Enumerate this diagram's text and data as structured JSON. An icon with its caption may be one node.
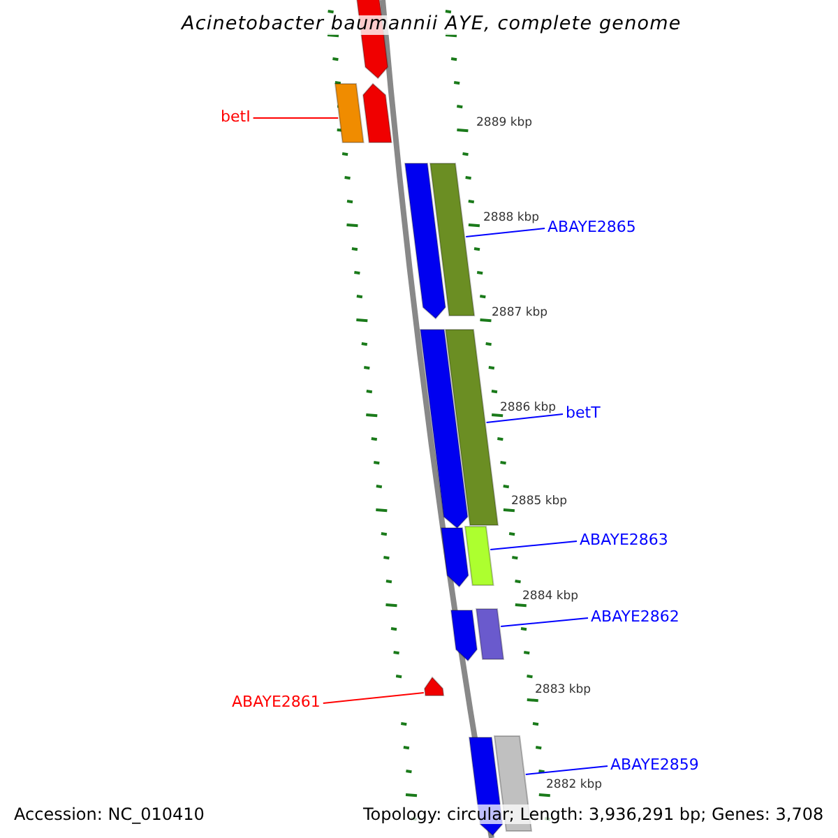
{
  "diagram": {
    "title": "Acinetobacter baumannii AYE, complete genome",
    "nodes": [
      {
        "text": [
          "betI"
        ]
      },
      {
        "text": [],
        "shape": "bar"
      },
      {
        "text": [
          "ABAYE2865"
        ]
      },
      {
        "text": [],
        "shape": "bar"
      },
      {
        "text": [
          "betT"
        ]
      },
      {
        "text": [],
        "shape": "bar"
      },
      {
        "text": [
          "ABAYE2863"
        ]
      },
      {
        "text": [],
        "shape": "bar"
      },
      {
        "text": [
          "ABAYE2862"
        ]
      },
      {
        "text": [],
        "shape": "bar"
      },
      {
        "text": [
          "ABAYE2861"
        ]
      },
      {
        "text": [],
        "shape": "bar"
      },
      {
        "text": [
          "ABAYE2859"
        ]
      },
      {
        "text": [],
        "shape": "bar"
      },
      {
        "text": [],
        "shape": "bar"
      },
      {
        "text": [],
        "shape": "bar"
      },
      {
        "text": [],
        "shape": "bar"
      },
      {
        "text": [],
        "shape": "bar"
      },
      {
        "text": [],
        "shape": "bar"
      },
      {
        "text": [],
        "shape": "bar"
      },
      {
        "text": [],
        "shape": "bar"
      }
    ],
    "edges": [
      {
        "from": 0,
        "to": 1,
        "arrow": "none",
        "color": "#ff0000"
      },
      {
        "from": 2,
        "to": 3,
        "arrow": "none"
      },
      {
        "from": 4,
        "to": 5,
        "arrow": "none"
      },
      {
        "from": 6,
        "to": 7,
        "arrow": "none"
      },
      {
        "from": 8,
        "to": 9,
        "arrow": "none"
      },
      {
        "from": 10,
        "to": 11,
        "arrow": "none",
        "color": "#ff0000"
      },
      {
        "from": 12,
        "to": 13,
        "arrow": "none"
      }
    ],
    "labels": [
      "2889 kbp",
      "2888 kbp",
      "2887 kbp",
      "2886 kbp",
      "2885 kbp",
      "2884 kbp",
      "2883 kbp",
      "2882 kbp",
      "Accession: NC_010410",
      "Topology: circular; Length: 3,936,291 bp; Genes: 3,708"
    ]
  }
}
